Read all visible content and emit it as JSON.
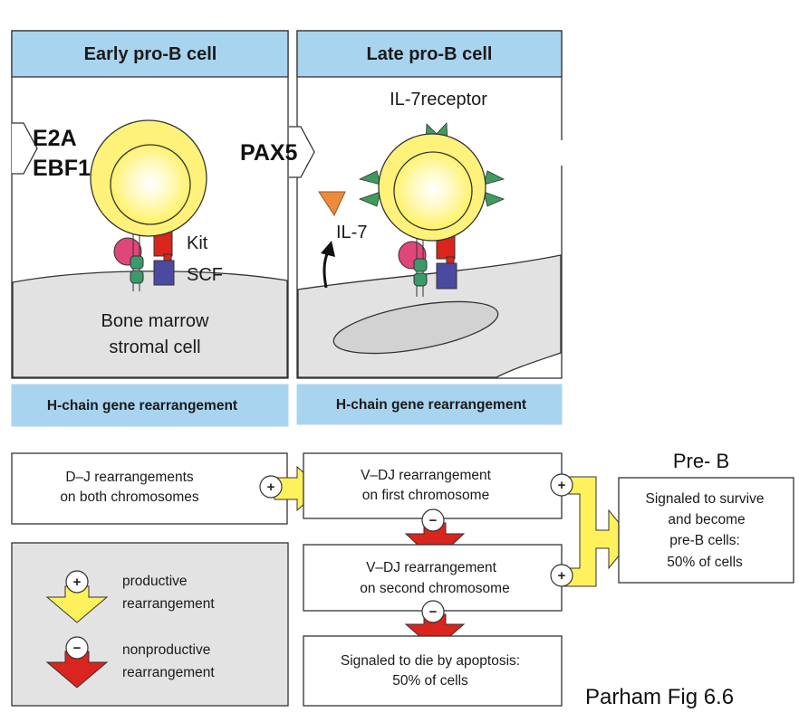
{
  "panels": {
    "early": {
      "header": "Early pro-B cell",
      "factor_1": "E2A",
      "factor_2": "EBF1",
      "kit_label": "Kit",
      "scf_label": "SCF",
      "stromal_line_1": "Bone marrow",
      "stromal_line_2": "stromal cell",
      "band": "H-chain gene rearrangement"
    },
    "late": {
      "header": "Late pro-B cell",
      "factor": "PAX5",
      "receptor_label": "IL-7receptor",
      "il7_label": "IL-7",
      "band": "H-chain gene rearrangement"
    }
  },
  "flow": {
    "dj_line_1": "D–J rearrangements",
    "dj_line_2": "on both chromosomes",
    "vdj_first_line_1": "V–DJ rearrangement",
    "vdj_first_line_2": "on first chromosome",
    "vdj_second_line_1": "V–DJ rearrangement",
    "vdj_second_line_2": "on second chromosome",
    "die_line_1": "Signaled to die by apoptosis:",
    "die_line_2": "50% of cells",
    "survive_line_1": "Signaled to survive",
    "survive_line_2": "and become",
    "survive_line_3": "pre-B cells:",
    "survive_line_4": "50% of cells",
    "pre_b_title": "Pre- B",
    "plus": "+",
    "minus": "−"
  },
  "legend": {
    "productive_line_1": "productive",
    "productive_line_2": "rearrangement",
    "nonproductive_line_1": "nonproductive",
    "nonproductive_line_2": "rearrangement"
  },
  "caption": "Parham Fig 6.6",
  "colors": {
    "header_blue": "#a8d4ef",
    "stromal_gray": "#e2e2e2",
    "legend_gray": "#e3e3e3",
    "cell_yellow": "#fff27a",
    "arrow_yellow": "#fff15c",
    "arrow_red": "#d9251d",
    "kit_red": "#d9251d",
    "scf_blue": "#4a4aa0",
    "receptor_pink": "#e0467a",
    "receptor_green": "#3a9a6a",
    "il7r_green": "#3f9a5e",
    "il7_orange": "#ee8a3c"
  }
}
